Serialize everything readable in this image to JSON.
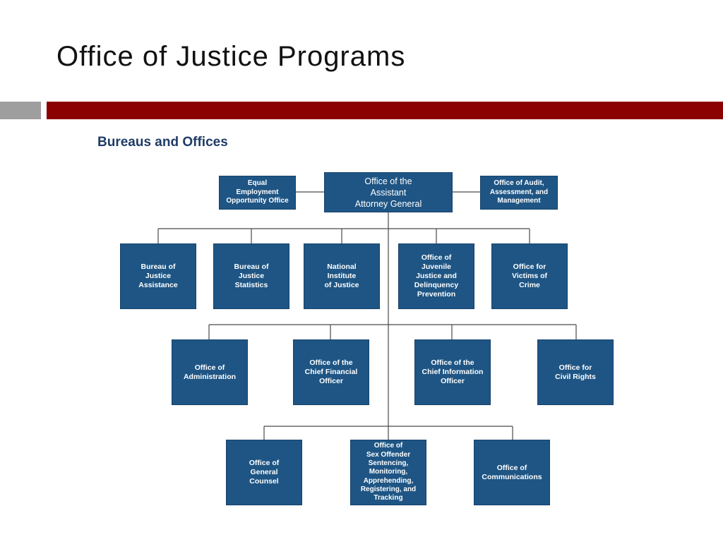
{
  "slide": {
    "title": "Office of Justice Programs",
    "section_heading": "Bureaus and Offices"
  },
  "colors": {
    "box_fill": "#1e5584",
    "accent_bar": "#8b0000",
    "side_bar": "#9e9e9e",
    "heading": "#1f3c66"
  },
  "org_chart": {
    "top": {
      "left": "Equal\nEmployment\nOpportunity Office",
      "center": "Office of the\nAssistant\nAttorney General",
      "right": "Office of Audit,\nAssessment, and\nManagement"
    },
    "row1": [
      "Bureau of\nJustice\nAssistance",
      "Bureau of\nJustice\nStatistics",
      "National\nInstitute\nof Justice",
      "Office of\nJuvenile\nJustice and\nDelinquency\nPrevention",
      "Office for\nVictims of\nCrime"
    ],
    "row2": [
      "Office of\nAdministration",
      "Office of the\nChief Financial\nOfficer",
      "Office of the\nChief Information\nOfficer",
      "Office for\nCivil Rights"
    ],
    "row3": [
      "Office of\nGeneral\nCounsel",
      "Office of\nSex Offender\nSentencing,\nMonitoring,\nApprehending,\nRegistering, and\nTracking",
      "Office of\nCommunications"
    ]
  }
}
